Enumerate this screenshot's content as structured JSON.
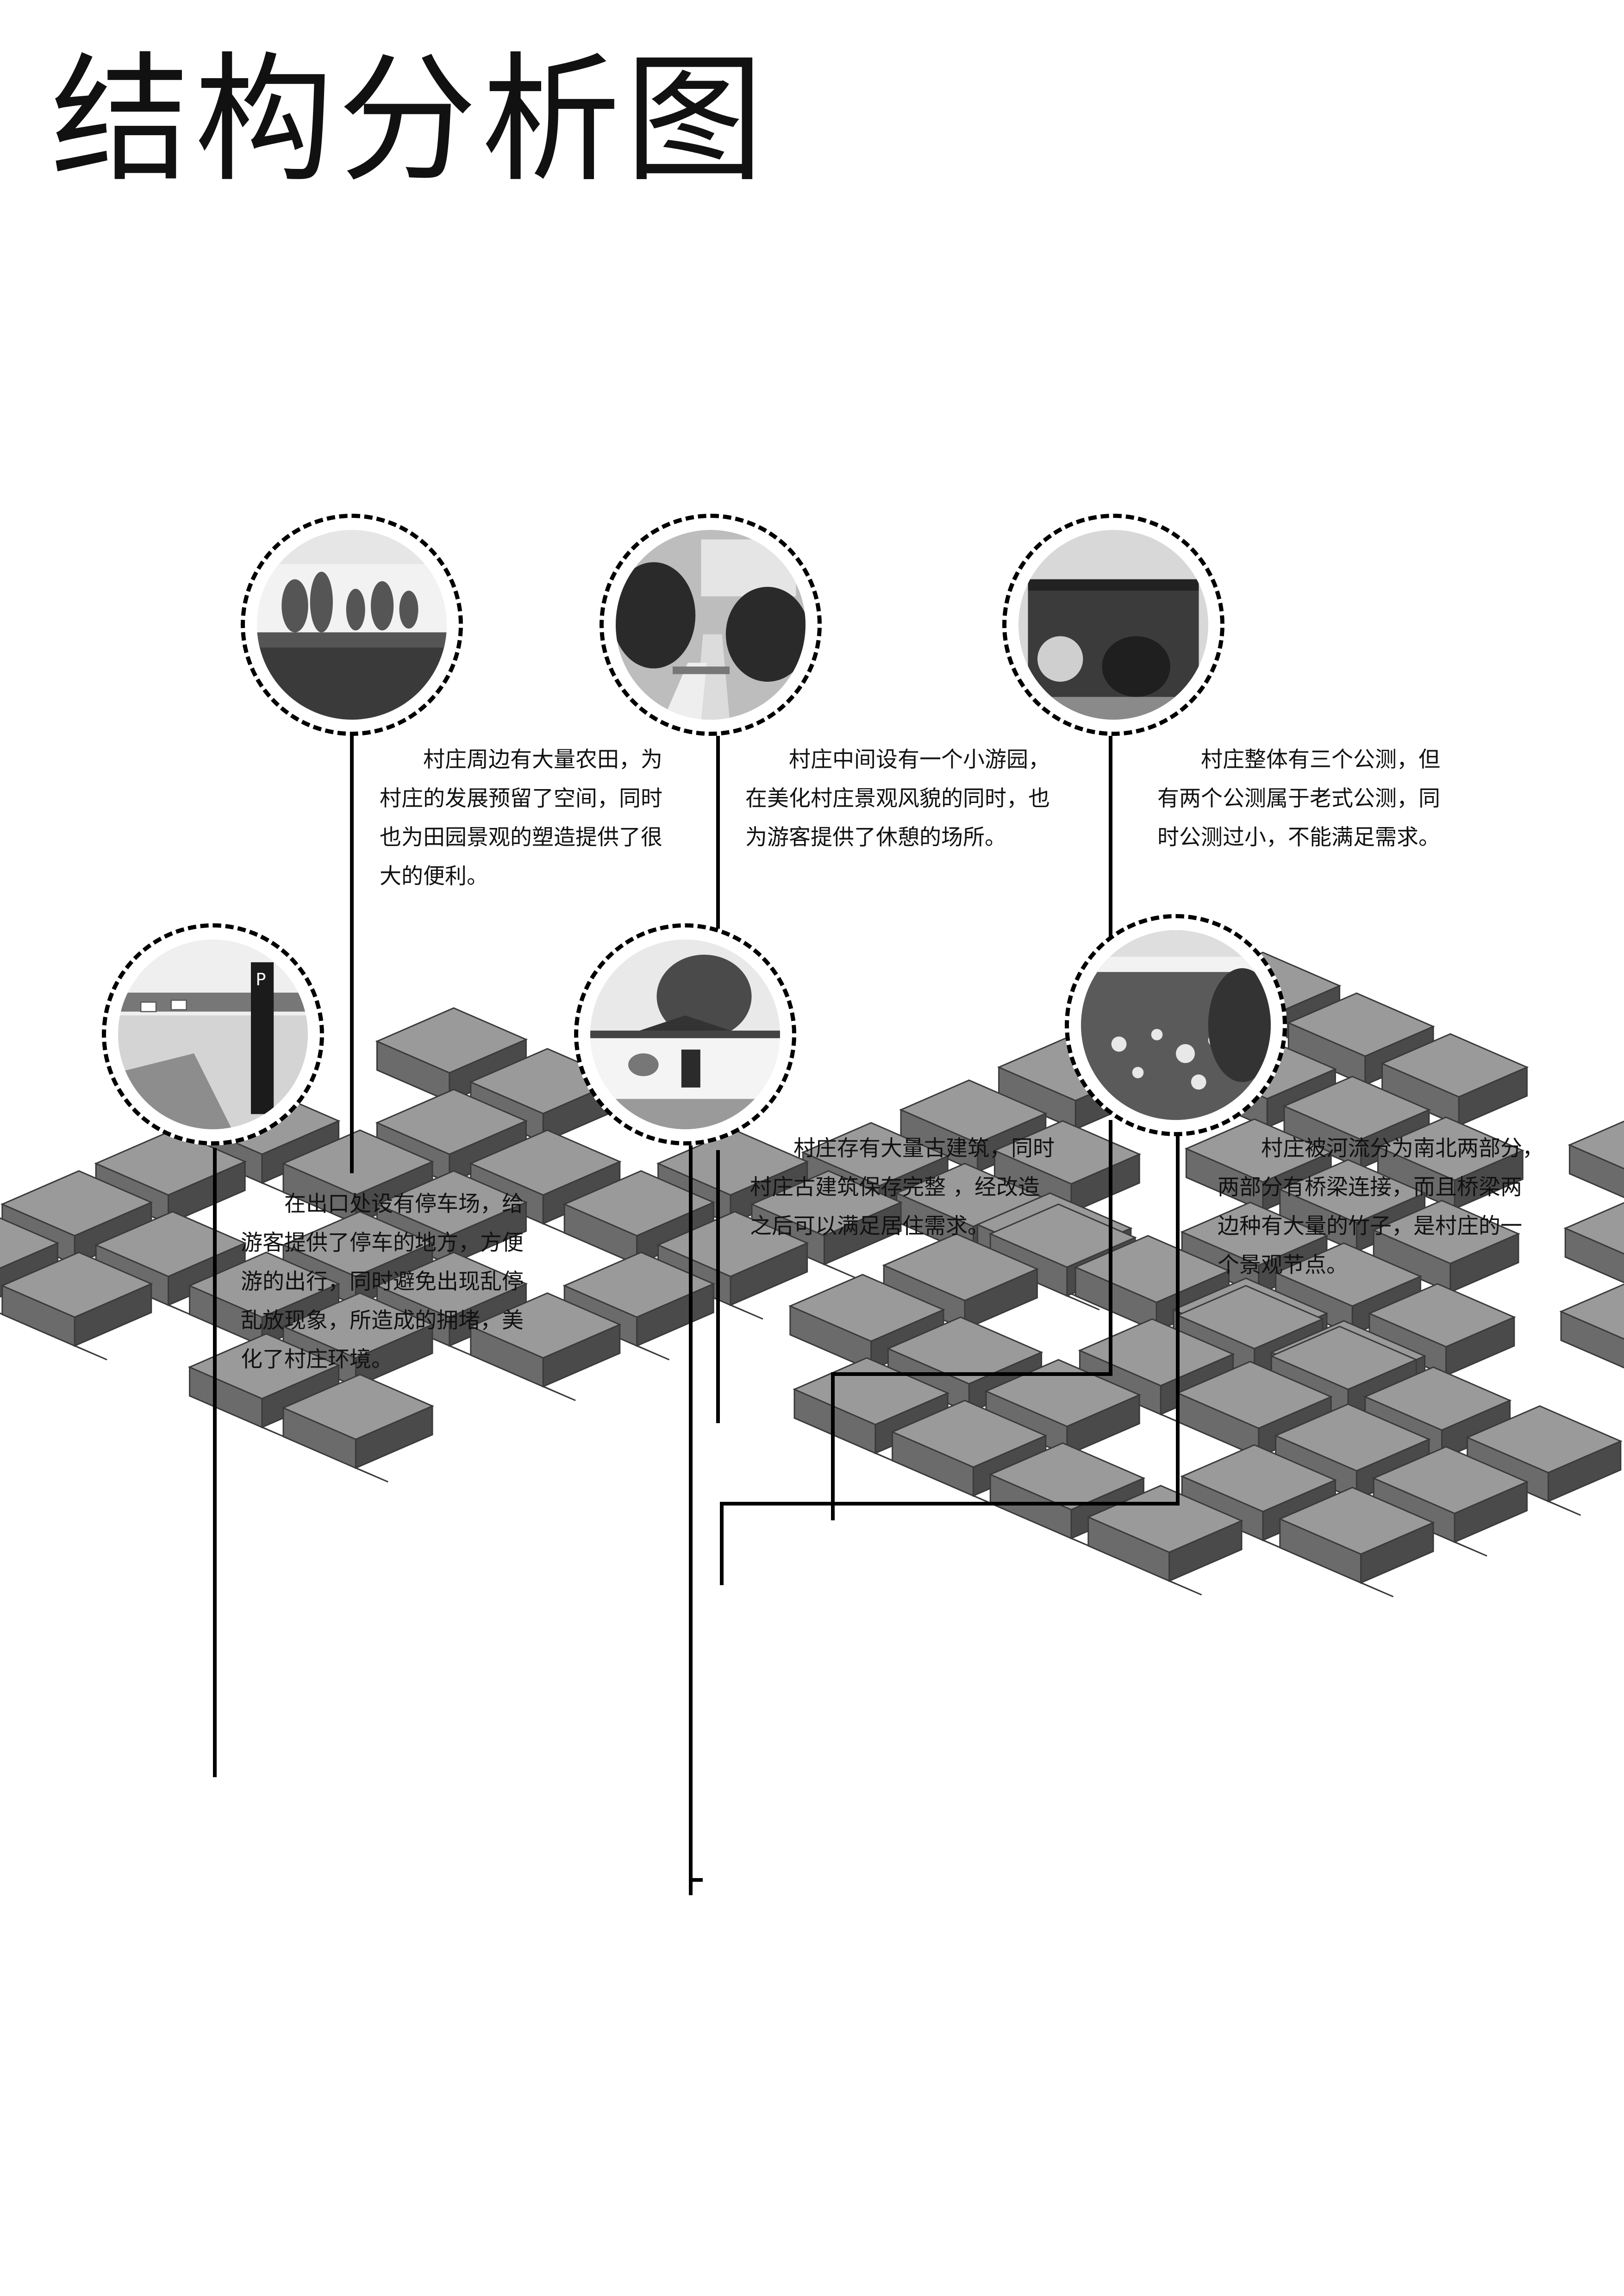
{
  "title": "结构分析图",
  "nodes": [
    {
      "id": "farmland",
      "photo": "farmland-photo",
      "text": [
        "村庄周边有大量农田，为",
        "村庄的发展预留了空间，同时",
        "也为田园景观的塑造提供了很",
        "大的便利。"
      ]
    },
    {
      "id": "garden",
      "photo": "garden-photo",
      "text": [
        "村庄中间设有一个小游园，",
        "在美化村庄景观风貌的同时，也",
        "为游客提供了休憩的场所。"
      ]
    },
    {
      "id": "toilet",
      "photo": "toilet-photo",
      "text": [
        "村庄整体有三个公测，但",
        "有两个公测属于老式公测，同",
        "时公测过小，不能满足需求。"
      ]
    },
    {
      "id": "parking",
      "photo": "parking-photo",
      "text": [
        "在出口处设有停车场，给",
        "游客提供了停车的地方，方便",
        "游的出行，同时避免出现乱停",
        "乱放现象，所造成的拥堵，美",
        "化了村庄环境。"
      ]
    },
    {
      "id": "ancient",
      "photo": "ancient-building-photo",
      "text": [
        "村庄存有大量古建筑，同时",
        "村庄古建筑保存完整 ，经改造",
        "之后可以满足居住需求。"
      ]
    },
    {
      "id": "river",
      "photo": "river-bridge-photo",
      "text": [
        "村庄被河流分为南北两部分，",
        "两部分有桥梁连接，而且桥梁两",
        "边种有大量的竹子，是村庄的一",
        "个景观节点。"
      ]
    }
  ],
  "colors": {
    "line": "#000000",
    "roof": "#9a9a9a",
    "wall_left": "#6b6b6b",
    "wall_right": "#4a4a4a",
    "shadow": "#d9d9d9"
  }
}
